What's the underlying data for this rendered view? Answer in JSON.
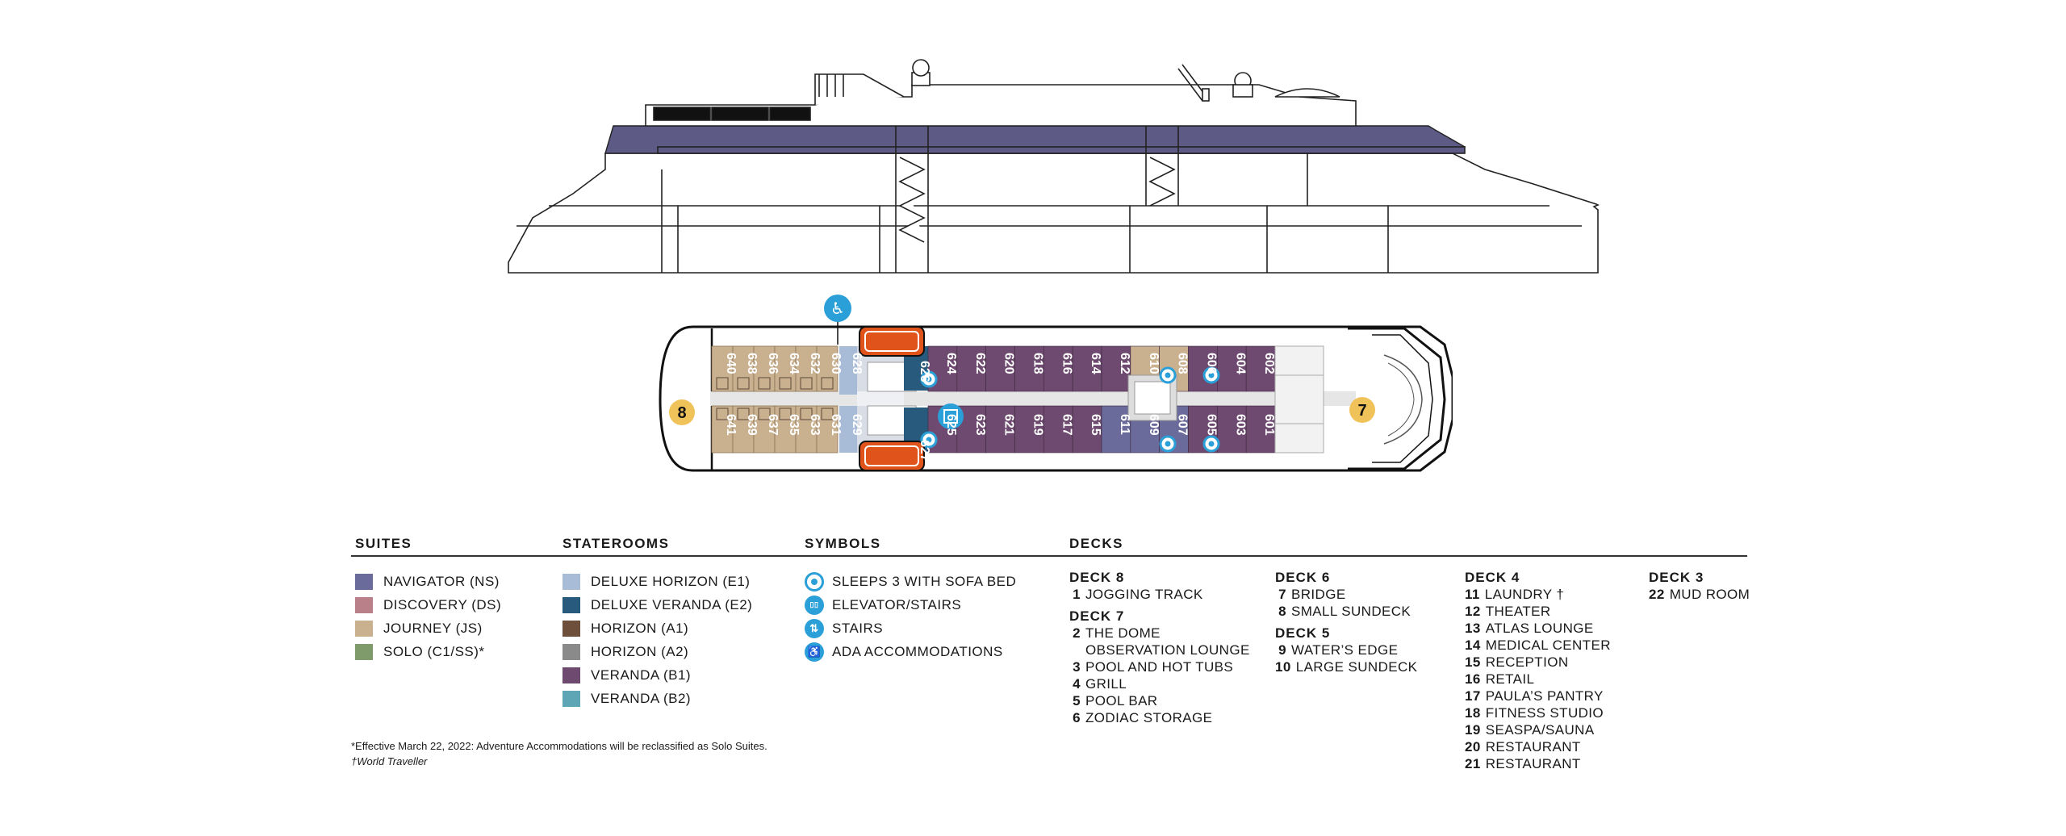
{
  "colors": {
    "navigator": "#6a6a9b",
    "discovery": "#b98089",
    "journey": "#c9b08f",
    "solo": "#7f9a6b",
    "deluxe_horizon": "#a8bcd8",
    "deluxe_veranda": "#275a7c",
    "horizon_a1": "#6e4f3c",
    "horizon_a2": "#8a8a8a",
    "veranda_b1": "#6f4a70",
    "veranda_b2": "#5ea6b6",
    "symbol_blue": "#2a9fd8",
    "callout": "#f0c25a",
    "lifeboat": "#e0531b",
    "hull_stripe": "#5d5b85"
  },
  "deck_plan": {
    "callout_aft": "8",
    "callout_fwd": "7",
    "cabins_top_aft": [
      "640",
      "638",
      "636",
      "634",
      "632",
      "630",
      "628"
    ],
    "cabins_bottom_aft": [
      "641",
      "639",
      "637",
      "635",
      "633",
      "631",
      "629"
    ],
    "cabin_626": "626",
    "cabin_627": "627",
    "cabins_top_fwd": [
      "624",
      "622",
      "620",
      "618",
      "616",
      "614",
      "612",
      "610",
      "608",
      "606",
      "604",
      "602"
    ],
    "cabins_bottom_fwd": [
      "625",
      "623",
      "621",
      "619",
      "617",
      "615",
      "611",
      "609",
      "607",
      "605",
      "603",
      "601"
    ]
  },
  "legend": {
    "suites": {
      "title": "SUITES",
      "items": [
        {
          "label": "NAVIGATOR (NS)",
          "color": "#6a6a9b"
        },
        {
          "label": "DISCOVERY (DS)",
          "color": "#b98089"
        },
        {
          "label": "JOURNEY (JS)",
          "color": "#c9b08f"
        },
        {
          "label": "SOLO (C1/SS)*",
          "color": "#7f9a6b"
        }
      ]
    },
    "staterooms": {
      "title": "STATEROOMS",
      "items": [
        {
          "label": "DELUXE HORIZON (E1)",
          "color": "#a8bcd8"
        },
        {
          "label": "DELUXE VERANDA (E2)",
          "color": "#275a7c"
        },
        {
          "label": "HORIZON (A1)",
          "color": "#6e4f3c"
        },
        {
          "label": "HORIZON (A2)",
          "color": "#8a8a8a"
        },
        {
          "label": "VERANDA (B1)",
          "color": "#6f4a70"
        },
        {
          "label": "VERANDA (B2)",
          "color": "#5ea6b6"
        }
      ]
    },
    "symbols": {
      "title": "SYMBOLS",
      "items": [
        {
          "label": "SLEEPS 3 WITH SOFA BED",
          "icon": "sofa-bed-icon"
        },
        {
          "label": "ELEVATOR/STAIRS",
          "icon": "elevator-stairs-icon"
        },
        {
          "label": "STAIRS",
          "icon": "stairs-icon"
        },
        {
          "label": "ADA ACCOMMODATIONS",
          "icon": "wheelchair-icon"
        }
      ]
    },
    "decks": {
      "title": "DECKS",
      "groups": [
        {
          "name": "DECK 8",
          "items": [
            {
              "num": "1",
              "label": "JOGGING TRACK"
            }
          ]
        },
        {
          "name": "DECK 7",
          "items": [
            {
              "num": "2",
              "label": "THE DOME"
            },
            {
              "num": "",
              "label": "OBSERVATION LOUNGE"
            },
            {
              "num": "3",
              "label": "POOL AND HOT TUBS"
            },
            {
              "num": "4",
              "label": "GRILL"
            },
            {
              "num": "5",
              "label": "POOL BAR"
            },
            {
              "num": "6",
              "label": "ZODIAC STORAGE"
            }
          ]
        },
        {
          "name": "DECK 6",
          "items": [
            {
              "num": "7",
              "label": "BRIDGE"
            },
            {
              "num": "8",
              "label": "SMALL SUNDECK"
            }
          ]
        },
        {
          "name": "DECK 5",
          "items": [
            {
              "num": "9",
              "label": "WATER’S EDGE"
            },
            {
              "num": "10",
              "label": "LARGE SUNDECK"
            }
          ]
        },
        {
          "name": "DECK 4",
          "items": [
            {
              "num": "11",
              "label": "LAUNDRY †"
            },
            {
              "num": "12",
              "label": "THEATER"
            },
            {
              "num": "13",
              "label": "ATLAS LOUNGE"
            },
            {
              "num": "14",
              "label": "MEDICAL CENTER"
            },
            {
              "num": "15",
              "label": "RECEPTION"
            },
            {
              "num": "16",
              "label": "RETAIL"
            },
            {
              "num": "17",
              "label": "PAULA’S PANTRY"
            },
            {
              "num": "18",
              "label": "FITNESS STUDIO"
            },
            {
              "num": "19",
              "label": "SEASPA/SAUNA"
            },
            {
              "num": "20",
              "label": "RESTAURANT"
            },
            {
              "num": "21",
              "label": "RESTAURANT"
            }
          ]
        },
        {
          "name": "DECK 3",
          "items": [
            {
              "num": "22",
              "label": "MUD ROOM"
            }
          ]
        }
      ]
    }
  },
  "footnotes": {
    "effective": "*Effective March 22, 2022: Adventure Accommodations will be reclassified as Solo Suites.",
    "traveller": "†World Traveller"
  }
}
